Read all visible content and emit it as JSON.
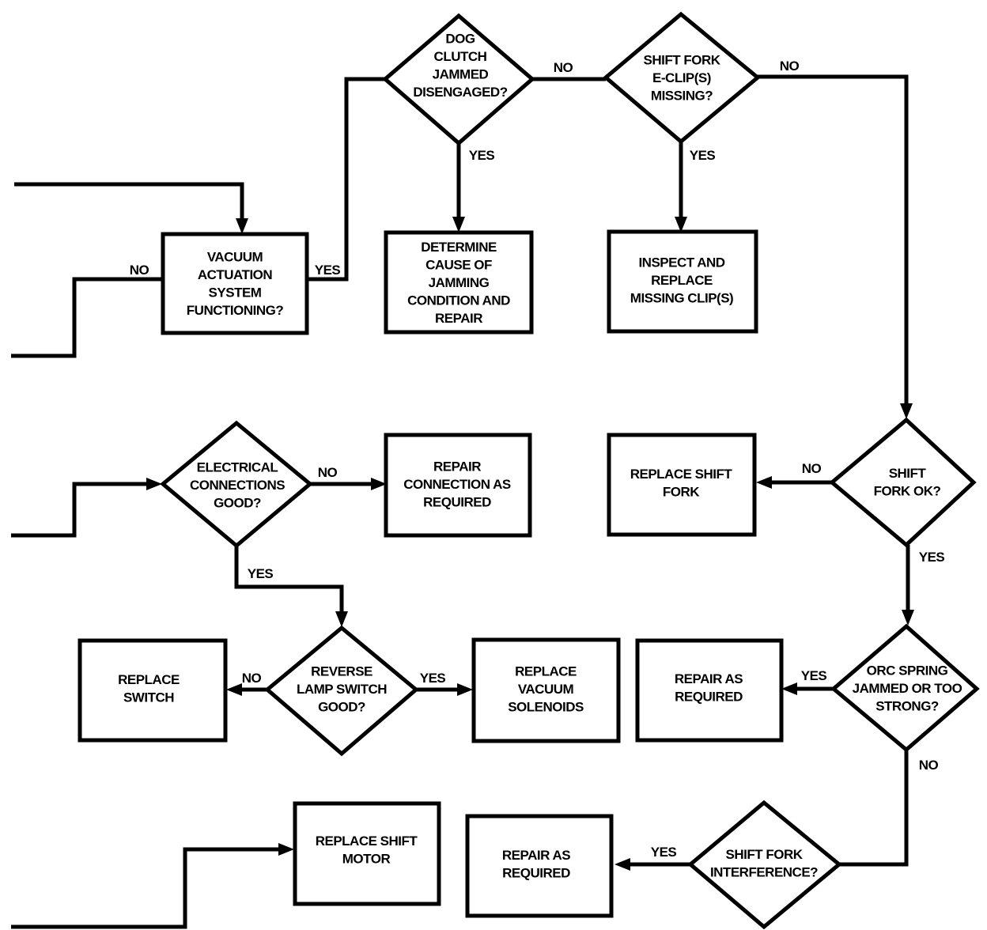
{
  "nodes": {
    "vacuum_actuation": {
      "lines": [
        "VACUUM",
        "ACTUATION",
        "SYSTEM",
        "FUNCTIONING?"
      ]
    },
    "dog_clutch": {
      "lines": [
        "DOG",
        "CLUTCH",
        "JAMMED",
        "DISENGAGED?"
      ]
    },
    "determine_cause": {
      "lines": [
        "DETERMINE",
        "CAUSE OF",
        "JAMMING",
        "CONDITION AND",
        "REPAIR"
      ]
    },
    "shift_fork_eclip": {
      "lines": [
        "SHIFT FORK",
        "E-CLIP(S)",
        "MISSING?"
      ]
    },
    "inspect_replace_clip": {
      "lines": [
        "INSPECT AND",
        "REPLACE",
        "MISSING CLIP(S)"
      ]
    },
    "shift_fork_ok": {
      "lines": [
        "SHIFT",
        "FORK OK?"
      ]
    },
    "replace_shift_fork": {
      "lines": [
        "REPLACE SHIFT",
        "FORK"
      ]
    },
    "electrical_connections": {
      "lines": [
        "ELECTRICAL",
        "CONNECTIONS",
        "GOOD?"
      ]
    },
    "repair_connection": {
      "lines": [
        "REPAIR",
        "CONNECTION AS",
        "REQUIRED"
      ]
    },
    "reverse_lamp_switch": {
      "lines": [
        "REVERSE",
        "LAMP SWITCH",
        "GOOD?"
      ]
    },
    "replace_switch": {
      "lines": [
        "REPLACE",
        "SWITCH"
      ]
    },
    "replace_vacuum_solenoids": {
      "lines": [
        "REPLACE",
        "VACUUM",
        "SOLENOIDS"
      ]
    },
    "orc_spring": {
      "lines": [
        "ORC SPRING",
        "JAMMED OR TOO",
        "STRONG?"
      ]
    },
    "repair_as_required_1": {
      "lines": [
        "REPAIR AS",
        "REQUIRED"
      ]
    },
    "shift_fork_interference": {
      "lines": [
        "SHIFT FORK",
        "INTERFERENCE?"
      ]
    },
    "repair_as_required_2": {
      "lines": [
        "REPAIR AS",
        "REQUIRED"
      ]
    },
    "replace_shift_motor": {
      "lines": [
        "REPLACE SHIFT",
        "MOTOR"
      ]
    }
  },
  "edge_labels": {
    "vacuum_no": "NO",
    "vacuum_yes": "YES",
    "dog_clutch_yes": "YES",
    "dog_clutch_no": "NO",
    "eclip_yes": "YES",
    "eclip_no": "NO",
    "shift_fork_ok_no": "NO",
    "shift_fork_ok_yes": "YES",
    "electrical_no": "NO",
    "electrical_yes": "YES",
    "reverse_no": "NO",
    "reverse_yes": "YES",
    "orc_yes": "YES",
    "orc_no": "NO",
    "interference_yes": "YES"
  }
}
